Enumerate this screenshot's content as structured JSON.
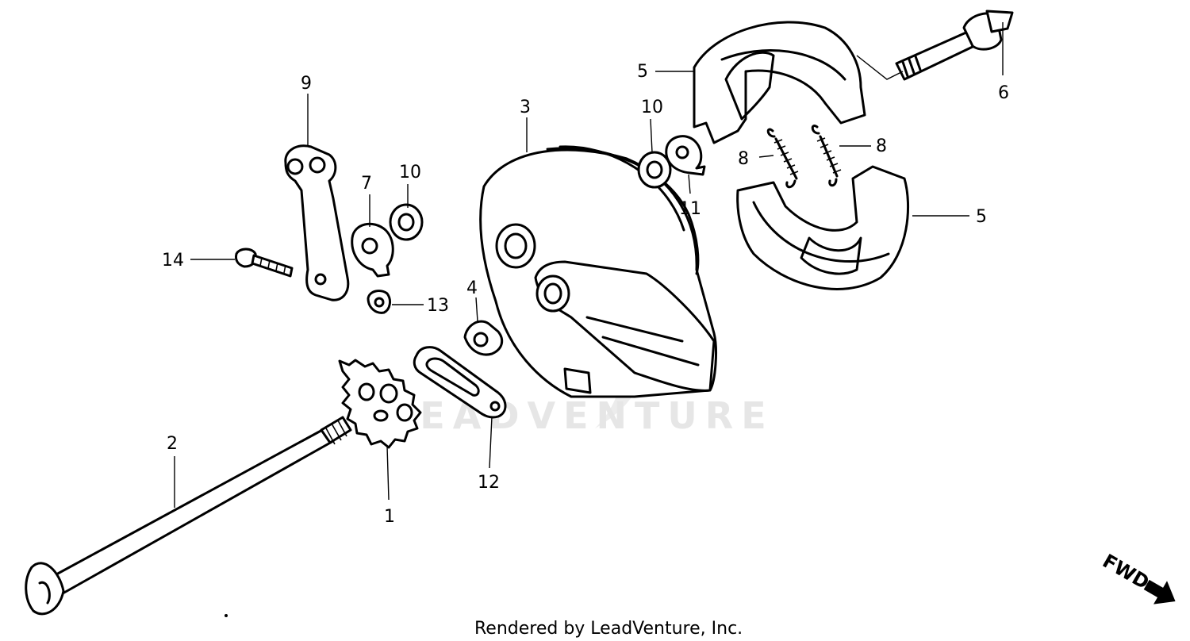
{
  "watermark": {
    "text": "LEADVENTURE"
  },
  "footer": {
    "text": "Rendered by LeadVenture, Inc."
  },
  "direction_marker": {
    "text": "FWD",
    "icon": "arrow-right-icon"
  },
  "callouts": {
    "c1": "1",
    "c2": "2",
    "c3": "3",
    "c4": "4",
    "c5a": "5",
    "c5b": "5",
    "c6": "6",
    "c7": "7",
    "c8a": "8",
    "c8b": "8",
    "c9": "9",
    "c10a": "10",
    "c10b": "10",
    "c11": "11",
    "c12": "12",
    "c13": "13",
    "c14": "14"
  }
}
